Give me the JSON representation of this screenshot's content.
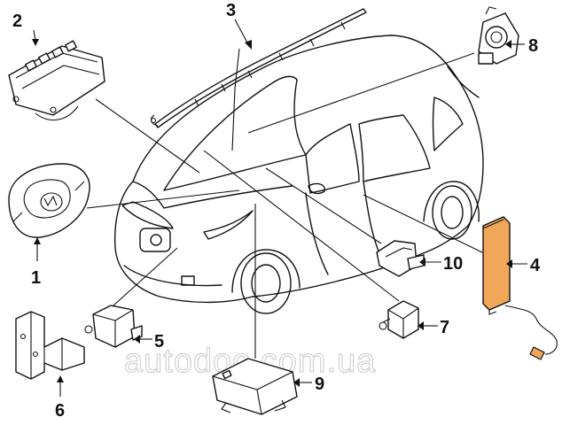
{
  "callouts": {
    "c1": "1",
    "c2": "2",
    "c3": "3",
    "c4": "4",
    "c5": "5",
    "c6": "6",
    "c7": "7",
    "c8": "8",
    "c9": "9",
    "c10": "10"
  },
  "watermark": "autodoc.com.ua",
  "colors": {
    "highlight": "#f0a75a",
    "line": "#111111",
    "watermark": "#c9c9c9"
  }
}
